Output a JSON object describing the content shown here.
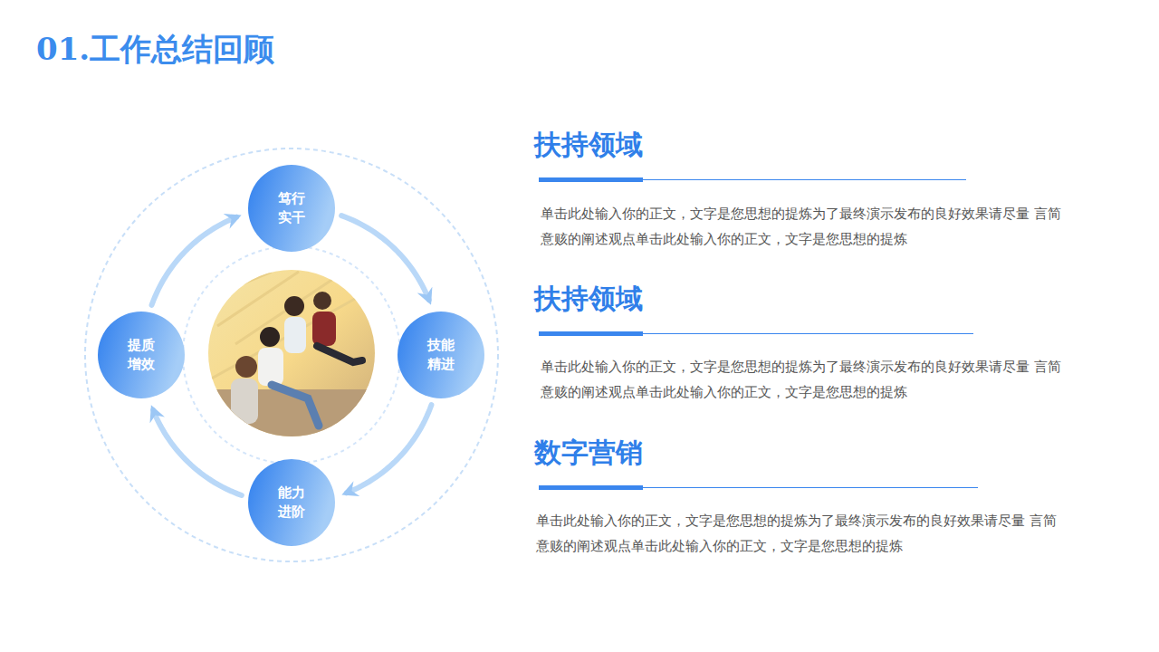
{
  "diagram": {
    "title": "01.工作总结回顾",
    "nodes": [
      {
        "text": [
          "笃行 实干"
        ]
      },
      {
        "text": [
          "提质 增效"
        ]
      },
      {
        "text": [
          "技能 精进"
        ]
      },
      {
        "text": [
          "能力 进阶"
        ]
      }
    ],
    "edges": [
      {
        "from": 0,
        "to": 2,
        "arrow": "to"
      },
      {
        "from": 2,
        "to": 3,
        "arrow": "to"
      },
      {
        "from": 3,
        "to": 1,
        "arrow": "to"
      },
      {
        "from": 1,
        "to": 0,
        "arrow": "to"
      }
    ],
    "labels": [
      "扶持领域",
      "单击此处输入你的正文，文字是您思想的提炼为了最终演示发布的良好效果请尽量 言简意赅的阐述观点单击此处输入你的正文，文字是您思想的提炼",
      "扶持领域",
      "单击此处输入你的正文，文字是您思想的提炼为了最终演示发布的良好效果请尽量 言简意赅的阐述观点单击此处输入你的正文，文字是您思想的提炼",
      "数字营销",
      "单击此处输入你的正文，文字是您思想的提炼为了最终演示发布的良好效果请尽量 言简意赅的阐述观点单击此处输入你的正文，文字是您思想的提炼"
    ]
  }
}
